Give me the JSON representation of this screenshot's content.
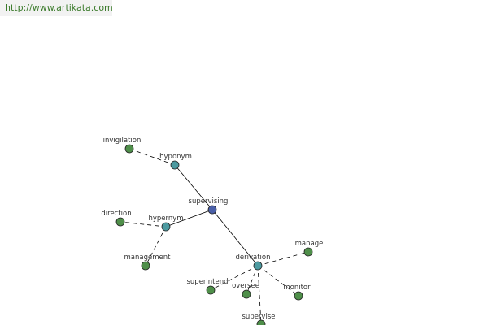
{
  "header": {
    "url": "http://www.artikata.com"
  },
  "colors": {
    "root_node": "#4a5fa8",
    "relation_node": "#4c9aa0",
    "word_node": "#4f8f4a",
    "edge": "#000000"
  },
  "graph": {
    "root": "supervising",
    "relations": [
      {
        "label": "hyponym",
        "words": [
          "invigilation"
        ]
      },
      {
        "label": "hypernym",
        "words": [
          "direction",
          "management"
        ]
      },
      {
        "label": "derivation",
        "words": [
          "manage",
          "superintend",
          "oversee",
          "monitor",
          "supervise"
        ]
      }
    ]
  }
}
